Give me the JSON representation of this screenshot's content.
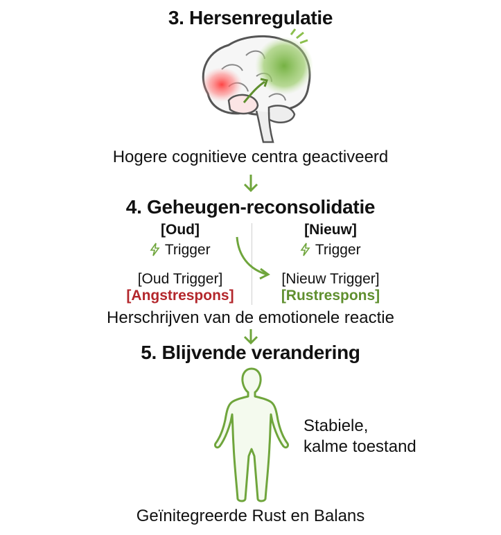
{
  "section3": {
    "title": "3. Hersenregulatie",
    "caption": "Hogere cognitieve centra geactiveerd"
  },
  "section4": {
    "title": "4. Geheugen-reconsolidatie",
    "old": {
      "header": "[Oud]",
      "trigger": "Trigger",
      "line1": "[Oud Trigger]",
      "line2": "[Angstrespons]"
    },
    "new": {
      "header": "[Nieuw]",
      "trigger": "Trigger",
      "line1": "[Nieuw Trigger]",
      "line2": "[Rustrespons]"
    },
    "caption": "Herschrijven van de emotionele reactie"
  },
  "section5": {
    "title": "5. Blijvende verandering",
    "state_line1": "Stabiele,",
    "state_line2": "kalme toestand",
    "caption": "Geïnitegreerde Rust en Balans"
  },
  "colors": {
    "accent_green": "#6fa53c",
    "accent_red": "#b3262b",
    "outline": "#555555"
  }
}
